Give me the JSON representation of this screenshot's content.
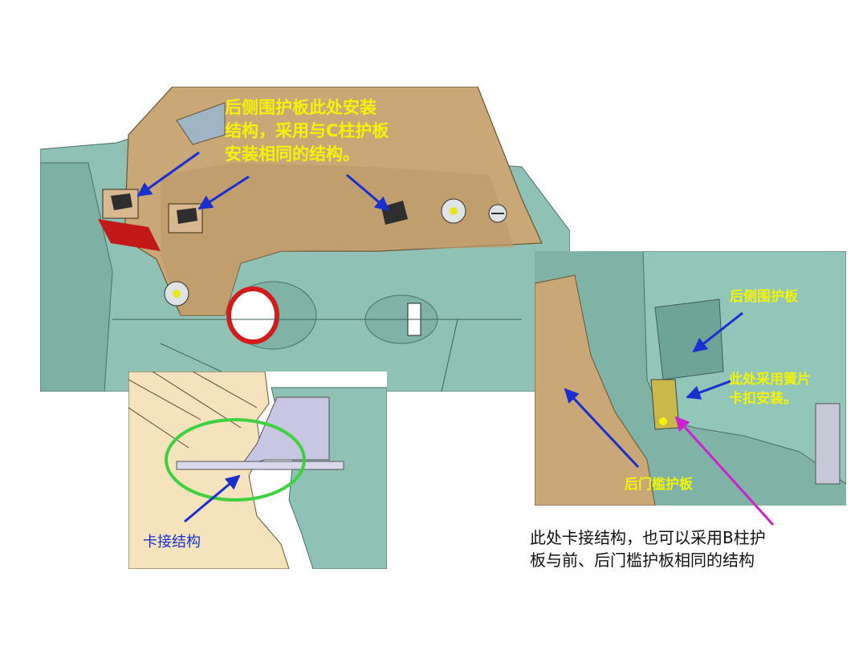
{
  "main_view": {
    "callout": "后侧围护板此处安装\n结构，采用与C柱护板\n安装相同的结构。"
  },
  "inset_view": {
    "label": "卡接结构"
  },
  "right_view": {
    "label_top": "后侧围护板",
    "label_clip": "此处采用簧片\n卡扣安装。",
    "label_bottom": "后门槛护板"
  },
  "bottom_note": "此处卡接结构，也可以采用B柱护\n板与前、后门槛护板相同的结构",
  "colors": {
    "body_teal": "#8fc2b4",
    "trim_tan": "#c9a777",
    "callout_yellow": "#f3f30a",
    "arrow_blue": "#1a2fd0",
    "arrow_magenta": "#cc22cc",
    "red_ring": "#d21b1b",
    "ellipse_green": "#3fd13f"
  }
}
